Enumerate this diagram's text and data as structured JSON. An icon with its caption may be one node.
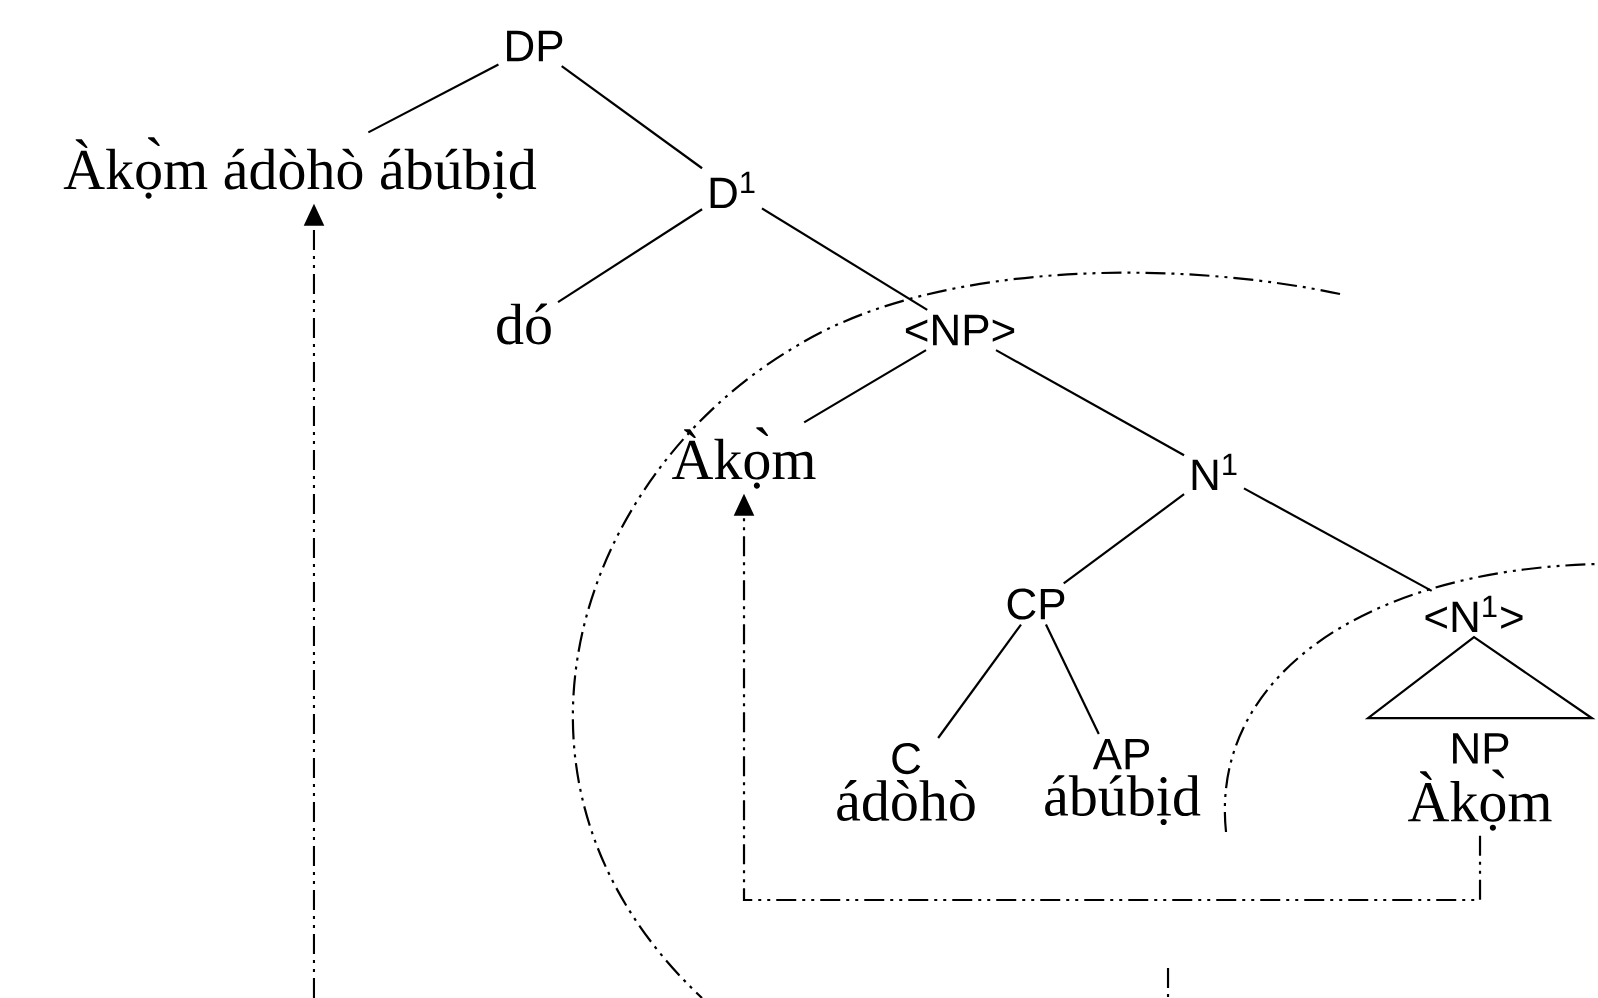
{
  "diagram": {
    "nodes": [
      {
        "text": [
          "DP"
        ]
      },
      {
        "text": [
          "Àkọ̀m  ádòhò  ábúbịd"
        ]
      },
      {
        "text": [
          "D$^{1}$"
        ]
      },
      {
        "text": [
          "dó"
        ]
      },
      {
        "text": [
          "<NP>"
        ]
      },
      {
        "text": [
          "Àkọ̀m"
        ]
      },
      {
        "text": [
          "N$^{1}$"
        ]
      },
      {
        "text": [
          "CP"
        ]
      },
      {
        "text": [
          "C",
          "ádòhò"
        ]
      },
      {
        "text": [
          "AP",
          "ábúbịd"
        ]
      },
      {
        "text": [
          "<N$^{1}$>"
        ]
      },
      {
        "text": [
          "NP",
          "Àkọ̀m"
        ]
      }
    ],
    "edges": [
      {
        "from": 0,
        "to": 1,
        "arrow": "none"
      },
      {
        "from": 0,
        "to": 2,
        "arrow": "none"
      },
      {
        "from": 2,
        "to": 3,
        "arrow": "none"
      },
      {
        "from": 2,
        "to": 4,
        "arrow": "none"
      },
      {
        "from": 4,
        "to": 5,
        "arrow": "none"
      },
      {
        "from": 4,
        "to": 6,
        "arrow": "none"
      },
      {
        "from": 6,
        "to": 7,
        "arrow": "none"
      },
      {
        "from": 6,
        "to": 10,
        "arrow": "none"
      },
      {
        "from": 7,
        "to": 8,
        "arrow": "none"
      },
      {
        "from": 7,
        "to": 9,
        "arrow": "none"
      },
      {
        "from": 10,
        "to": 11,
        "arrow": "none"
      },
      {
        "from": 11,
        "to": 5,
        "arrow": "to",
        "style": "dashed"
      },
      {
        "from": null,
        "to": 1,
        "arrow": "to",
        "style": "dashed"
      }
    ]
  }
}
